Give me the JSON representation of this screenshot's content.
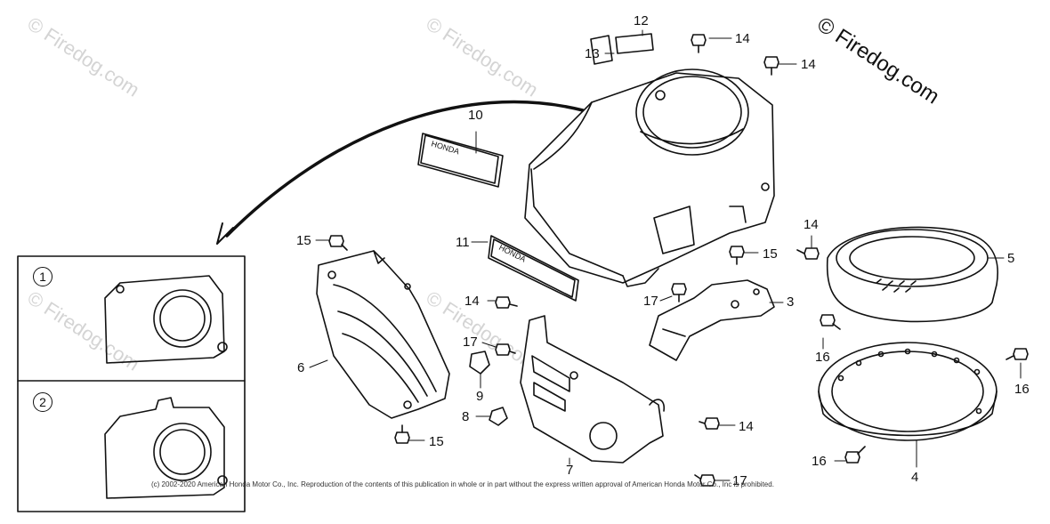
{
  "watermarks": {
    "faint_text": "© Firedog.com",
    "main_text": "© Firedog.com"
  },
  "callouts": [
    {
      "id": "c1",
      "label": "1"
    },
    {
      "id": "c2",
      "label": "2"
    },
    {
      "id": "c3",
      "label": "3"
    },
    {
      "id": "c4",
      "label": "4"
    },
    {
      "id": "c5",
      "label": "5"
    },
    {
      "id": "c6",
      "label": "6"
    },
    {
      "id": "c7",
      "label": "7"
    },
    {
      "id": "c8",
      "label": "8"
    },
    {
      "id": "c9",
      "label": "9"
    },
    {
      "id": "c10",
      "label": "10"
    },
    {
      "id": "c11",
      "label": "11"
    },
    {
      "id": "c12",
      "label": "12"
    },
    {
      "id": "c13",
      "label": "13"
    },
    {
      "id": "c14",
      "label": "14"
    },
    {
      "id": "c15",
      "label": "15"
    },
    {
      "id": "c16",
      "label": "16"
    },
    {
      "id": "c17",
      "label": "17"
    }
  ],
  "inset": {
    "variant_1": "1",
    "variant_2": "2"
  },
  "emblem_text": "HONDA",
  "copyright": "(c) 2002-2020 American Honda Motor Co., Inc. Reproduction of the contents of this publication in whole or in part without the express written approval of American Honda Motor Co., Inc is prohibited."
}
